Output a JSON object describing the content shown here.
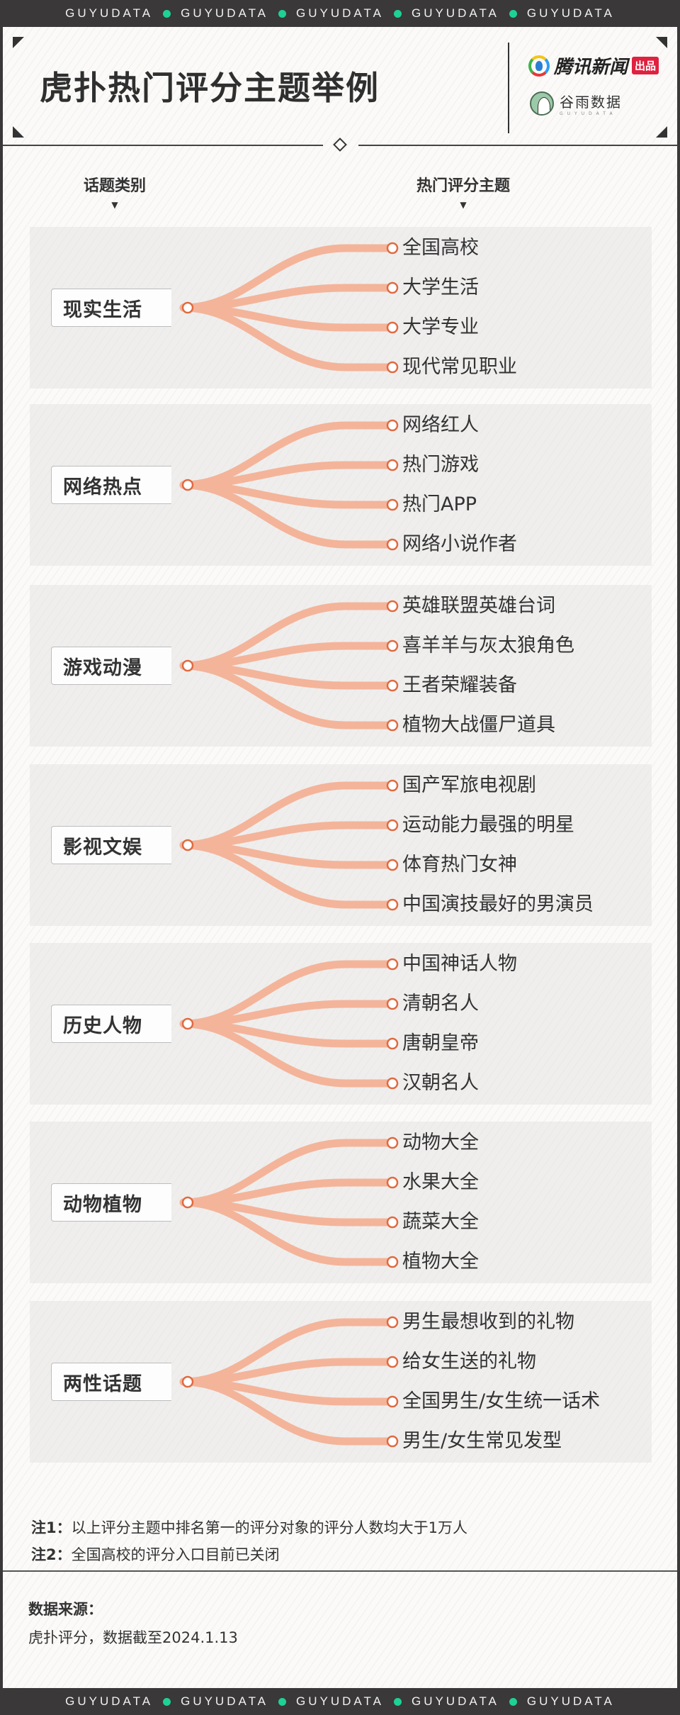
{
  "banner": {
    "word": "GUYUDATA",
    "repeat": 5,
    "dot_color": "#1ed196"
  },
  "header": {
    "title": "虎扑热门评分主题举例",
    "logo_primary": "腾讯新闻",
    "logo_primary_badge": "出品",
    "logo_secondary": "谷雨数据",
    "logo_secondary_en": "GUYUDATA"
  },
  "columns": {
    "left": "话题类别",
    "right": "热门评分主题",
    "arrow": "▼"
  },
  "colors": {
    "branch": "#f4b49a",
    "node_ring": "#e06a40",
    "text": "#333333",
    "badge": "#e0213f"
  },
  "groups": [
    {
      "category": "现实生活",
      "topics": [
        "全国高校",
        "大学生活",
        "大学专业",
        "现代常见职业"
      ]
    },
    {
      "category": "网络热点",
      "topics": [
        "网络红人",
        "热门游戏",
        "热门APP",
        "网络小说作者"
      ]
    },
    {
      "category": "游戏动漫",
      "topics": [
        "英雄联盟英雄台词",
        "喜羊羊与灰太狼角色",
        "王者荣耀装备",
        "植物大战僵尸道具"
      ]
    },
    {
      "category": "影视文娱",
      "topics": [
        "国产军旅电视剧",
        "运动能力最强的明星",
        "体育热门女神",
        "中国演技最好的男演员"
      ]
    },
    {
      "category": "历史人物",
      "topics": [
        "中国神话人物",
        "清朝名人",
        "唐朝皇帝",
        "汉朝名人"
      ]
    },
    {
      "category": "动物植物",
      "topics": [
        "动物大全",
        "水果大全",
        "蔬菜大全",
        "植物大全"
      ]
    },
    {
      "category": "两性话题",
      "topics": [
        "男生最想收到的礼物",
        "给女生送的礼物",
        "全国男生/女生统一话术",
        "男生/女生常见发型"
      ]
    }
  ],
  "notes": [
    {
      "label": "注1：",
      "text": "以上评分主题中排名第一的评分对象的评分人数均大于1万人"
    },
    {
      "label": "注2：",
      "text": "全国高校的评分入口目前已关闭"
    }
  ],
  "source": {
    "heading": "数据来源：",
    "text": "虎扑评分，数据截至2024.1.13"
  }
}
